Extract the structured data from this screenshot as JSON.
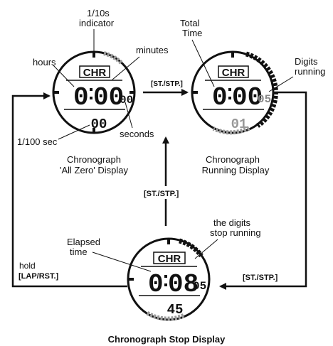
{
  "labels": {
    "tenth_indicator_line1": "1/10s",
    "tenth_indicator_line2": "indicator",
    "hours": "hours",
    "minutes": "minutes",
    "hundredth_sec": "1/100 sec",
    "seconds": "seconds",
    "total_time_line1": "Total",
    "total_time_line2": "Time",
    "digits_running_line1": "Digits",
    "digits_running_line2": "running",
    "elapsed_line1": "Elapsed",
    "elapsed_line2": "time",
    "stop_running_line1": "the digits",
    "stop_running_line2": "stop running",
    "hold": "hold",
    "lap_rst": "[LAP/RST.]"
  },
  "buttons": {
    "st_stp_top": "[ST./STP.]",
    "st_stp_middle": "[ST./STP.]",
    "st_stp_right": "[ST./STP.]"
  },
  "captions": {
    "all_zero_line1": "Chronograph",
    "all_zero_line2": "'All Zero' Display",
    "running_line1": "Chronograph",
    "running_line2": "Running Display",
    "stop": "Chronograph Stop Display"
  },
  "watches": {
    "all_zero": {
      "mode": "CHR",
      "hour": "0",
      "minutes": "00",
      "seconds": "00",
      "lower": "00"
    },
    "running": {
      "mode": "CHR",
      "hour": "0",
      "minutes": "00",
      "seconds": "05",
      "lower": "01"
    },
    "stop": {
      "mode": "CHR",
      "hour": "0",
      "minutes": "08",
      "seconds": "05",
      "lower": "45"
    }
  }
}
